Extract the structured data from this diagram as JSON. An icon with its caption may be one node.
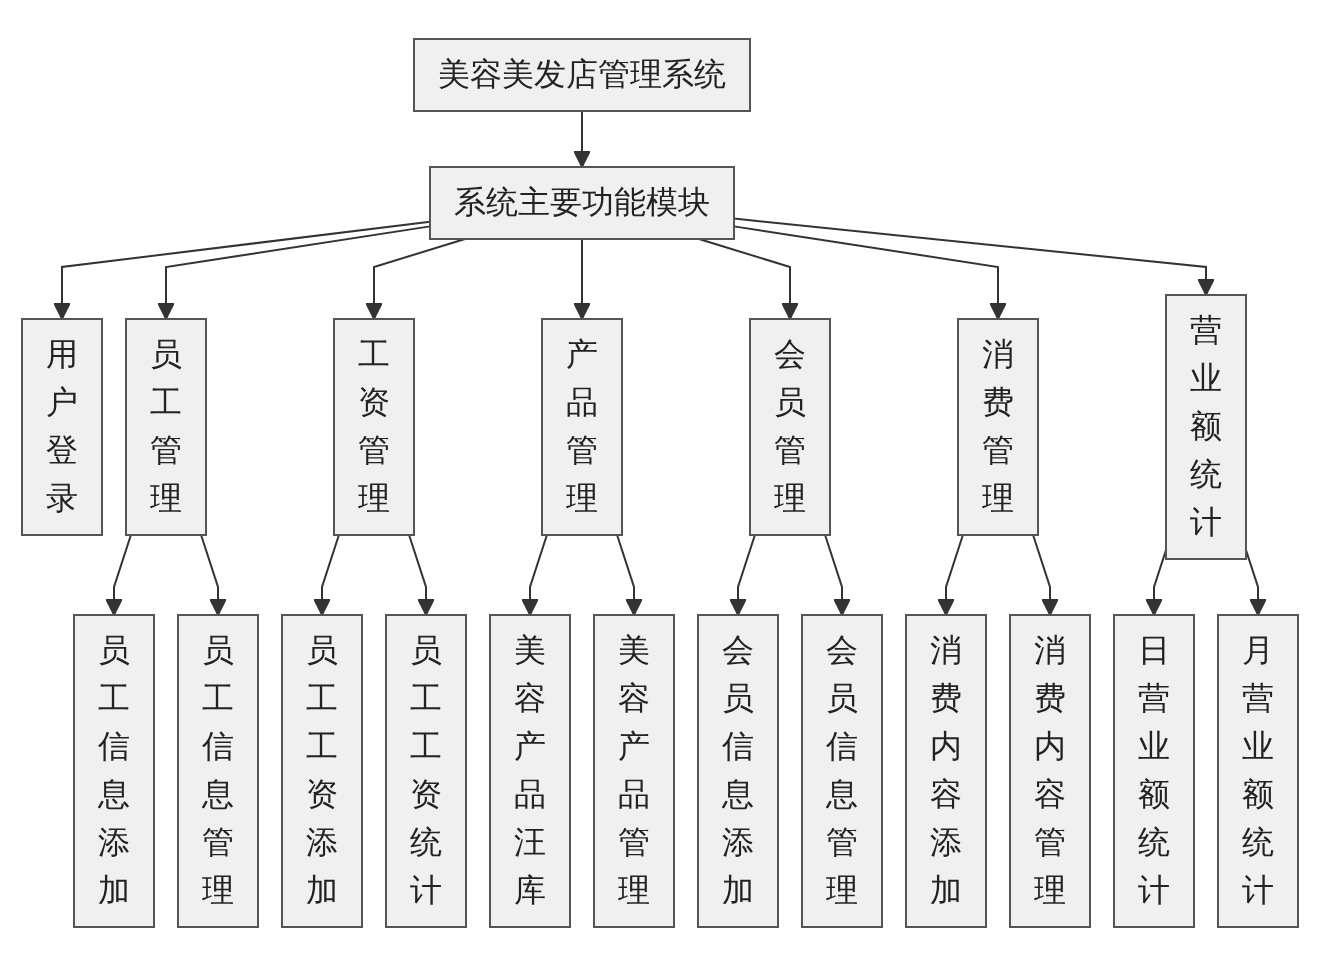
{
  "diagram": {
    "nodes": [
      {
        "text": [
          "美容美发店管理系统"
        ]
      },
      {
        "text": [
          "系统主要功能模块"
        ]
      },
      {
        "text": [
          "用户登录"
        ]
      },
      {
        "text": [
          "员工管理"
        ]
      },
      {
        "text": [
          "工资管理"
        ]
      },
      {
        "text": [
          "产品管理"
        ]
      },
      {
        "text": [
          "会员管理"
        ]
      },
      {
        "text": [
          "消费管理"
        ]
      },
      {
        "text": [
          "营业额统计"
        ]
      },
      {
        "text": [
          "员工信息添加"
        ]
      },
      {
        "text": [
          "员工信息管理"
        ]
      },
      {
        "text": [
          "员工工资添加"
        ]
      },
      {
        "text": [
          "员工工资统计"
        ]
      },
      {
        "text": [
          "美容产品汪库"
        ]
      },
      {
        "text": [
          "美容产品管理"
        ]
      },
      {
        "text": [
          "会员信息添加"
        ]
      },
      {
        "text": [
          "会员信息管理"
        ]
      },
      {
        "text": [
          "消费内容添加"
        ]
      },
      {
        "text": [
          "消费内容管理"
        ]
      },
      {
        "text": [
          "日营业额统计"
        ]
      },
      {
        "text": [
          "月营业额统计"
        ]
      }
    ],
    "edges": [
      {
        "from": 0,
        "to": 1,
        "arrow": "to"
      },
      {
        "from": 1,
        "to": 2,
        "arrow": "to"
      },
      {
        "from": 1,
        "to": 3,
        "arrow": "to"
      },
      {
        "from": 1,
        "to": 4,
        "arrow": "to"
      },
      {
        "from": 1,
        "to": 5,
        "arrow": "to"
      },
      {
        "from": 1,
        "to": 6,
        "arrow": "to"
      },
      {
        "from": 1,
        "to": 7,
        "arrow": "to"
      },
      {
        "from": 1,
        "to": 8,
        "arrow": "to"
      },
      {
        "from": 3,
        "to": 9,
        "arrow": "to"
      },
      {
        "from": 3,
        "to": 10,
        "arrow": "to"
      },
      {
        "from": 4,
        "to": 11,
        "arrow": "to"
      },
      {
        "from": 4,
        "to": 12,
        "arrow": "to"
      },
      {
        "from": 5,
        "to": 13,
        "arrow": "to"
      },
      {
        "from": 5,
        "to": 14,
        "arrow": "to"
      },
      {
        "from": 6,
        "to": 15,
        "arrow": "to"
      },
      {
        "from": 6,
        "to": 16,
        "arrow": "to"
      },
      {
        "from": 7,
        "to": 17,
        "arrow": "to"
      },
      {
        "from": 7,
        "to": 18,
        "arrow": "to"
      },
      {
        "from": 8,
        "to": 19,
        "arrow": "to"
      },
      {
        "from": 8,
        "to": 20,
        "arrow": "to"
      }
    ]
  }
}
